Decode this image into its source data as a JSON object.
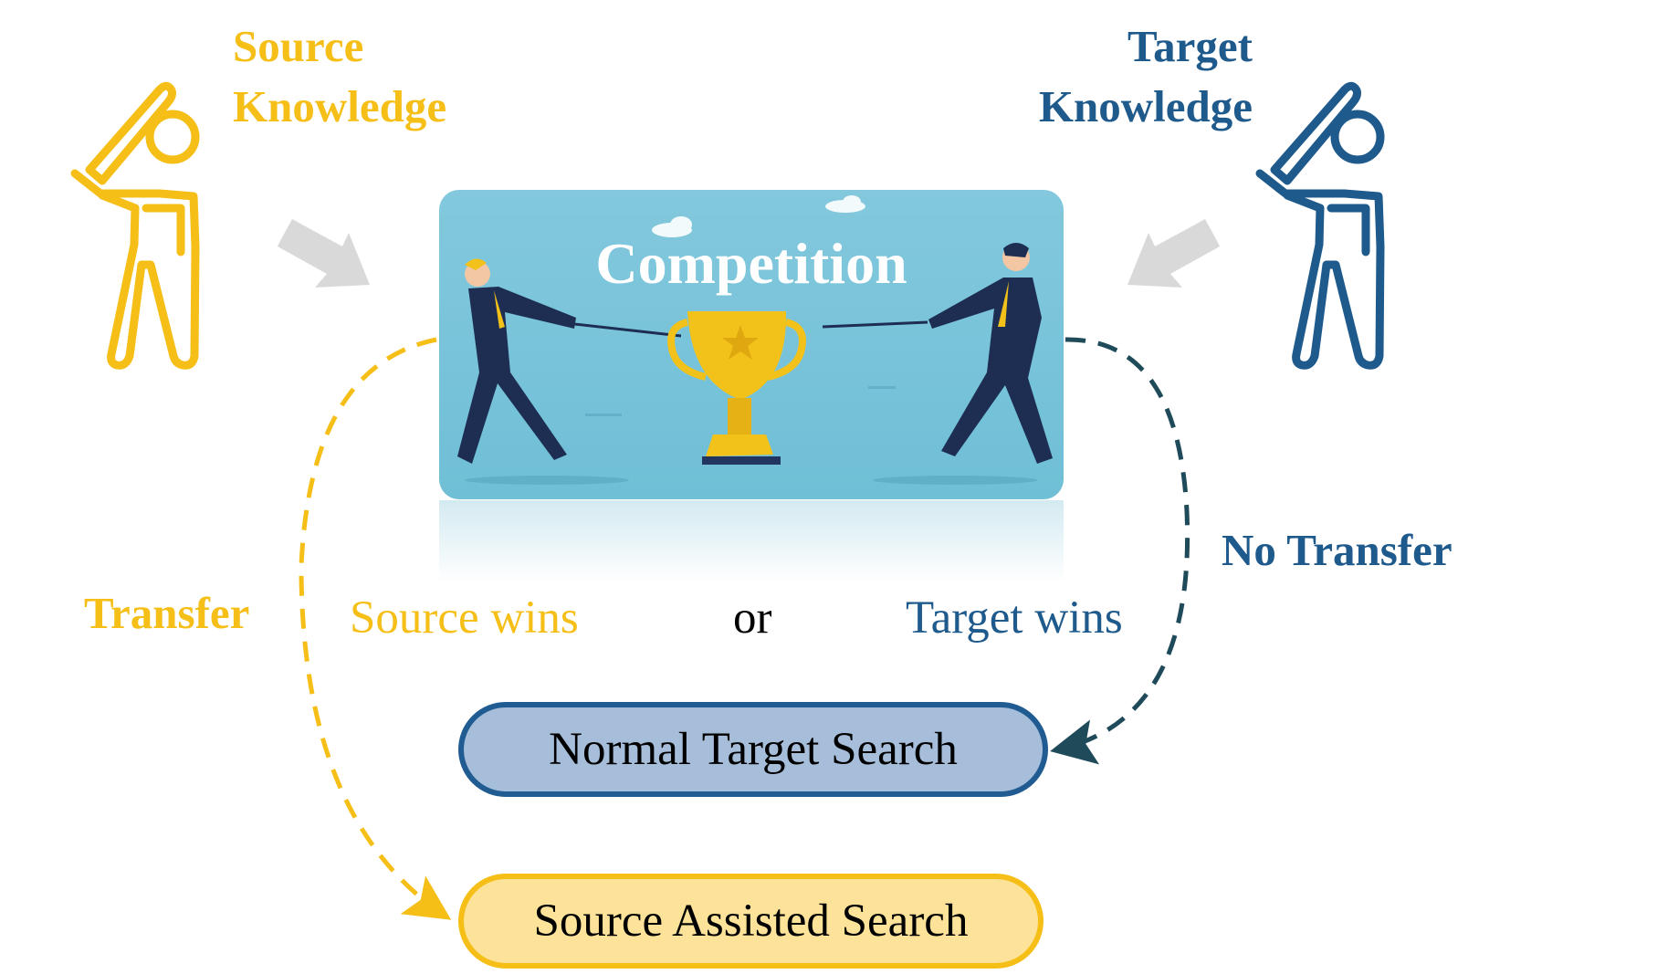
{
  "labels": {
    "source_title_line1": "Source",
    "source_title_line2": "Knowledge",
    "target_title_line1": "Target",
    "target_title_line2": "Knowledge",
    "competition": "Competition",
    "transfer": "Transfer",
    "no_transfer": "No Transfer",
    "source_wins": "Source wins",
    "or": "or",
    "target_wins": "Target wins",
    "normal_target_search": "Normal Target Search",
    "source_assisted_search": "Source Assisted Search"
  },
  "colors": {
    "source": "#f5bf18",
    "target": "#1f5a8c",
    "dashed_target": "#1e4a5a",
    "panel": "#7cc4da",
    "arrow_gray": "#d9d9d9"
  },
  "icons": {
    "source_figure": "baseball-batter-icon",
    "target_figure": "baseball-batter-icon",
    "competition_image": "tug-of-war-trophy-illustration"
  }
}
